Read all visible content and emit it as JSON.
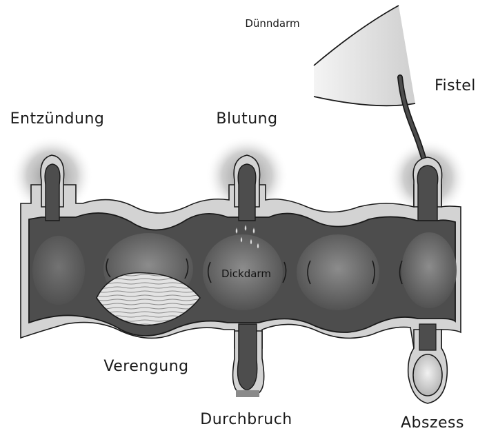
{
  "labels": {
    "small_intestine": "Dünndarm",
    "fistula": "Fistel",
    "inflammation": "Entzündung",
    "bleeding": "Blutung",
    "colon": "Dickdarm",
    "stricture": "Verengung",
    "perforation": "Durchbruch",
    "abscess": "Abszess"
  },
  "colors": {
    "colon_fill": "#4d4d4d",
    "colon_highlight": "#8c8c8c",
    "wall": "#d3d3d3",
    "glow": "#9a9a9a",
    "small_intestine": "#dddddd",
    "abscess": "#e4e4e4",
    "outline": "#1a1a1a"
  }
}
